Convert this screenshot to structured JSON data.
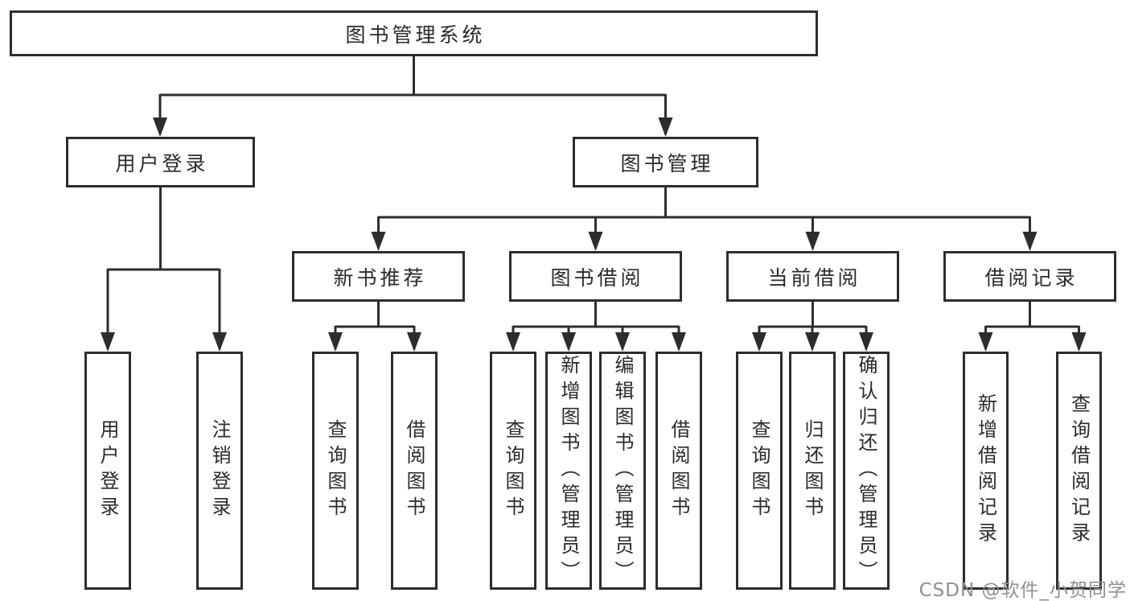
{
  "diagram": {
    "title_note": "library management system feature tree",
    "line_color": "#2d2d2d",
    "root": {
      "label": "图书管理系统"
    },
    "level1": {
      "user_login": {
        "label": "用户登录"
      },
      "book_mgmt": {
        "label": "图书管理"
      }
    },
    "level2": {
      "new_books": {
        "label": "新书推荐"
      },
      "book_borrow": {
        "label": "图书借阅"
      },
      "current_borrow": {
        "label": "当前借阅"
      },
      "borrow_records": {
        "label": "借阅记录"
      }
    },
    "leaves": {
      "user_login": [
        "用户登录",
        "注销登录"
      ],
      "new_books": [
        "查询图书",
        "借阅图书"
      ],
      "book_borrow": [
        "查询图书",
        "新增图书（管理员）",
        "编辑图书（管理员）",
        "借阅图书"
      ],
      "current_borrow": [
        "查询图书",
        "归还图书",
        "确认归还（管理员）"
      ],
      "borrow_records": [
        "新增借阅记录",
        "查询借阅记录"
      ]
    }
  },
  "watermark": {
    "text": "CSDN @软件_小贺同学",
    "color": "#8f8f8f"
  }
}
